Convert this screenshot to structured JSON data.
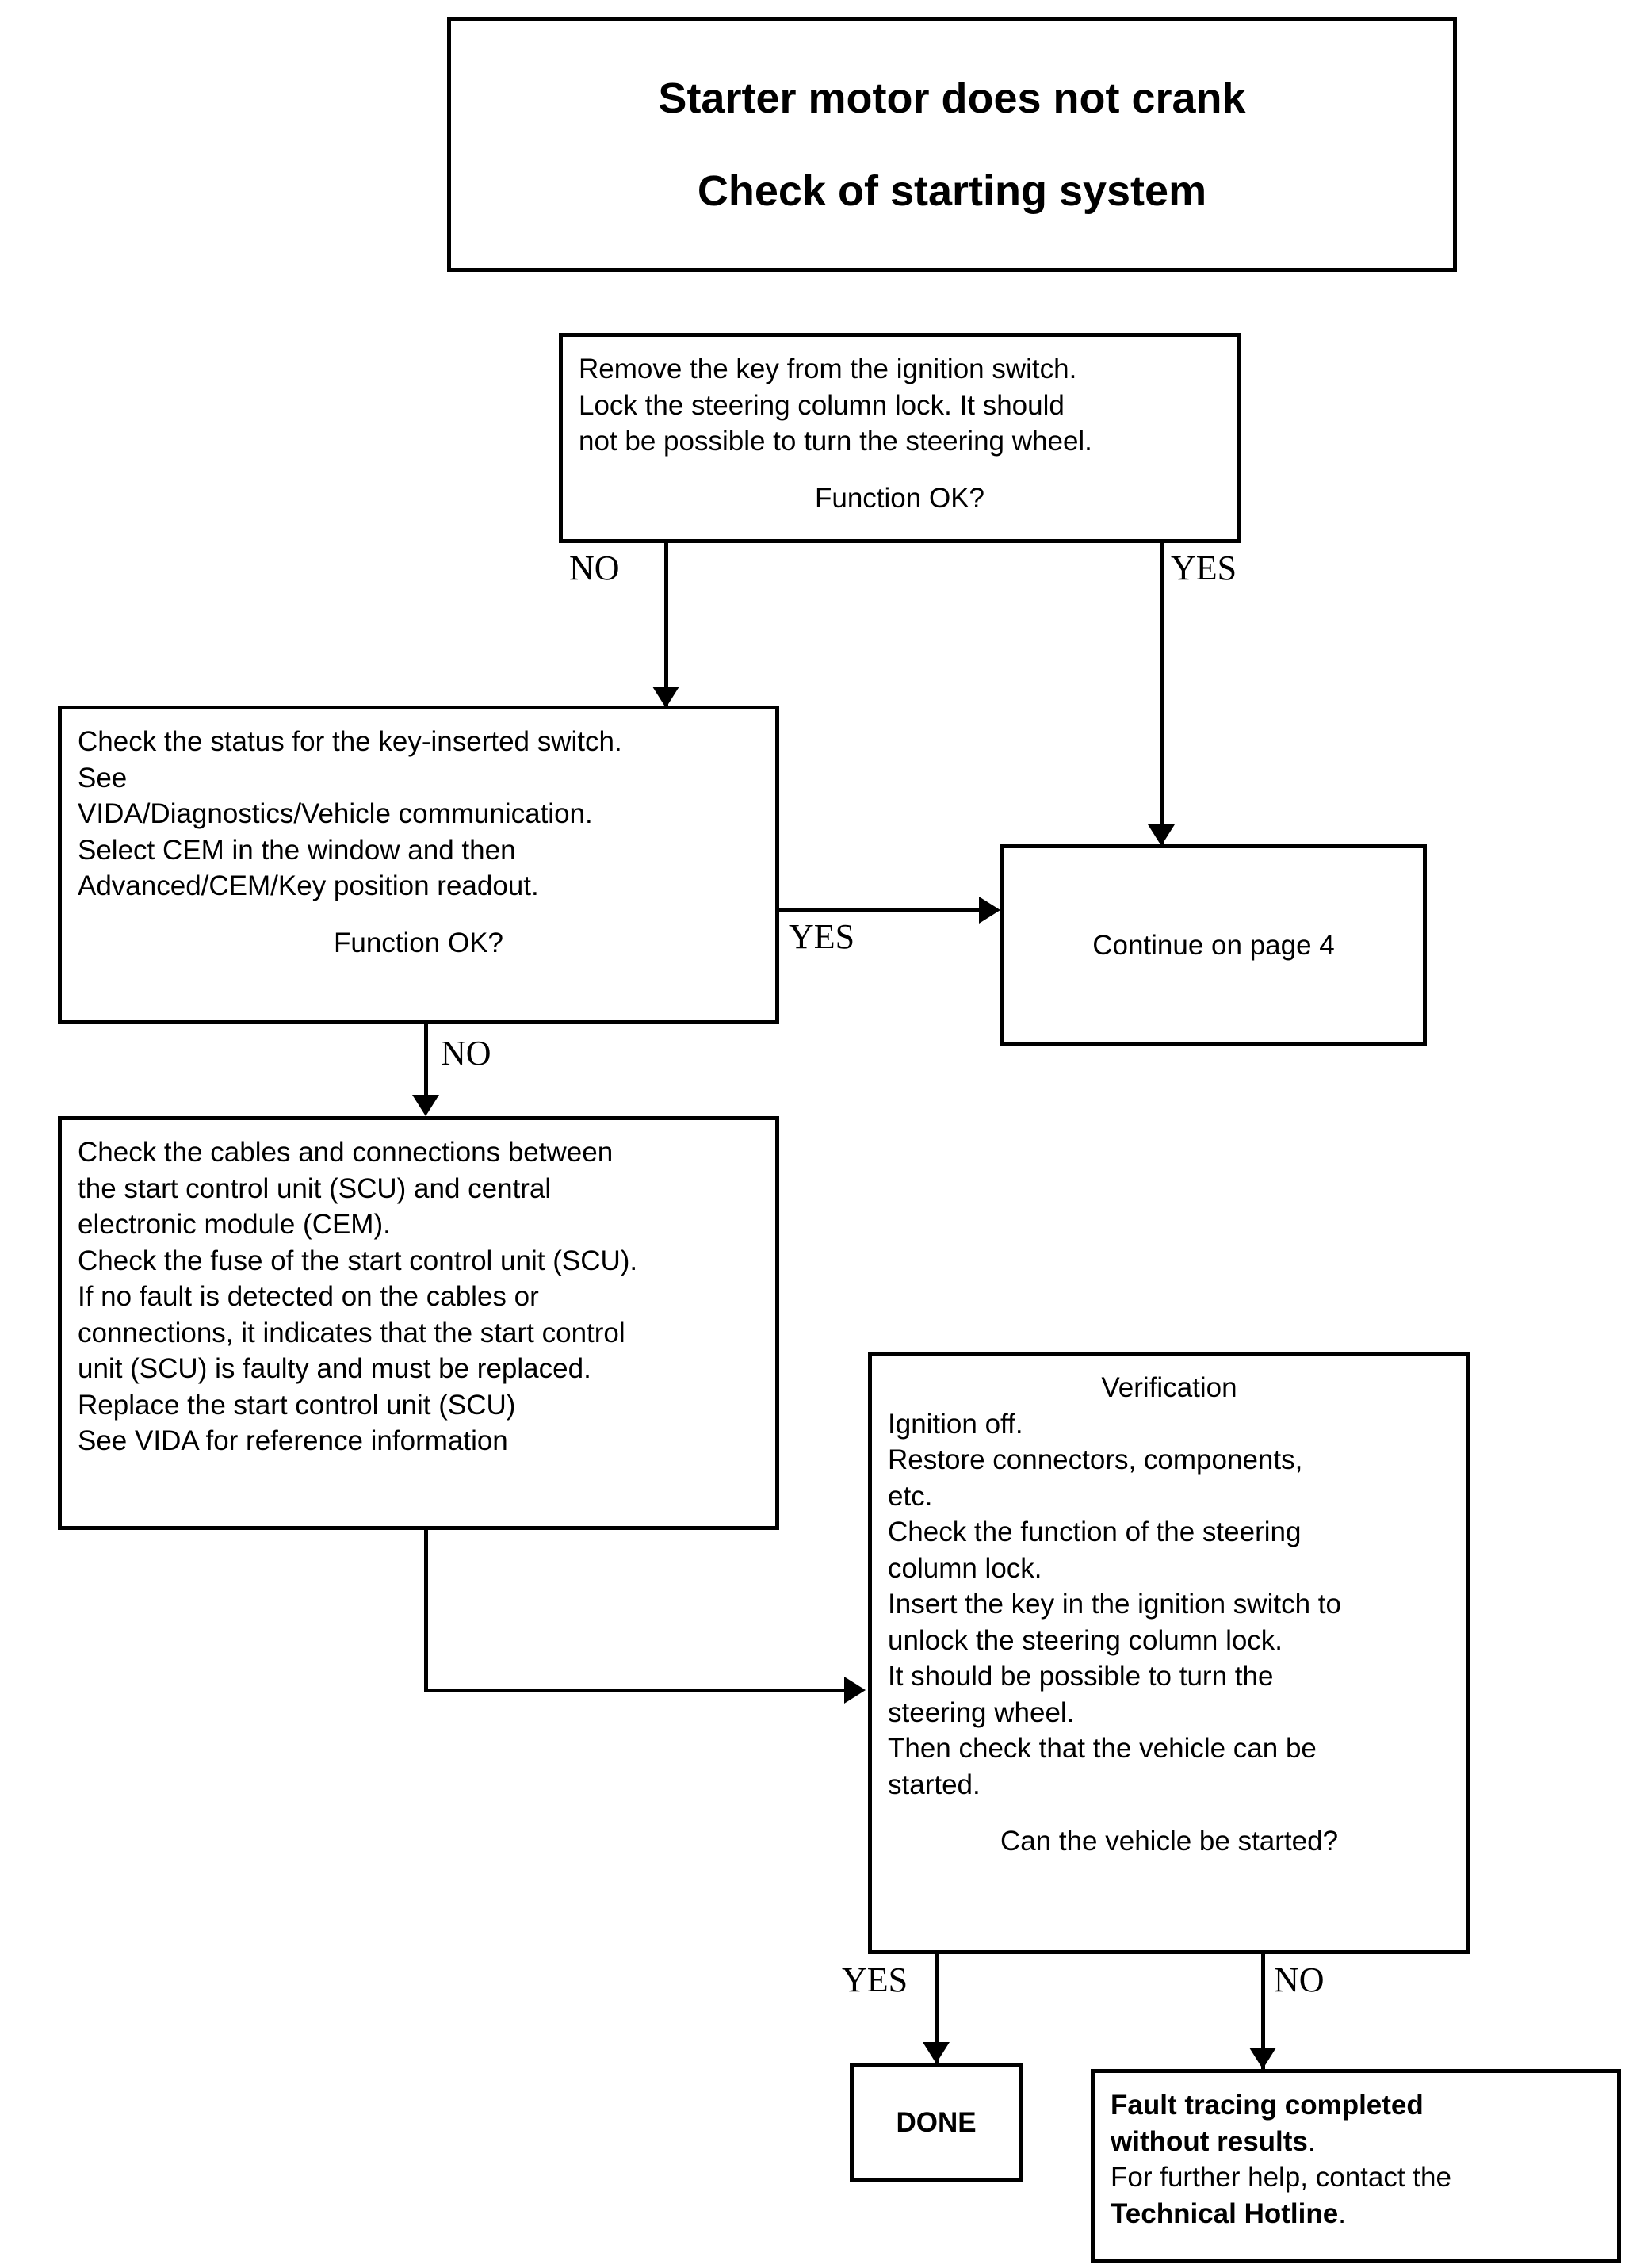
{
  "title": {
    "line1": "Starter motor does not crank",
    "line2": "Check of starting system"
  },
  "boxes": {
    "key_removal": {
      "lines": [
        "Remove the key from the ignition switch.",
        "Lock the steering column lock. It should",
        "not be possible to turn the steering wheel."
      ],
      "question": "Function OK?"
    },
    "key_switch_status": {
      "lines": [
        "Check the status for the key-inserted switch.",
        "See",
        "VIDA/Diagnostics/Vehicle communication.",
        "Select CEM in the window and then",
        "Advanced/CEM/Key position readout."
      ],
      "question": "Function OK?"
    },
    "continue_page4": {
      "label": "Continue on page 4"
    },
    "cables_check": {
      "lines": [
        "Check the cables and connections between",
        "the start control unit (SCU) and central",
        "electronic module (CEM).",
        "Check the fuse of the start control unit (SCU).",
        "If no fault is detected on the cables or",
        "connections, it indicates that the start control",
        "unit (SCU) is faulty and must be replaced.",
        "Replace the start control unit (SCU)",
        "See VIDA for reference information"
      ]
    },
    "verification": {
      "heading": "Verification",
      "lines": [
        "Ignition off.",
        "Restore connectors, components,",
        "etc.",
        "Check the function of the steering",
        "column lock.",
        "Insert the key in the ignition switch to",
        "unlock the steering column lock.",
        "It should be possible to turn the",
        "steering wheel.",
        "Then check that the vehicle can be",
        "started."
      ],
      "question": "Can the vehicle be started?"
    },
    "done": {
      "label": "DONE"
    },
    "fault_tracing": {
      "bold_line1": "Fault tracing completed",
      "bold_line2": "without results",
      "period_after_bold2": ".",
      "normal_line": "For further help, contact the",
      "bold_line3": "Technical Hotline",
      "period_after_bold3": "."
    }
  },
  "edge_labels": {
    "key_removal_no": "NO",
    "key_removal_yes": "YES",
    "key_switch_yes": "YES",
    "key_switch_no": "NO",
    "verification_yes": "YES",
    "verification_no": "NO"
  },
  "colors": {
    "stroke": "#000000",
    "background": "#ffffff",
    "text": "#000000"
  }
}
